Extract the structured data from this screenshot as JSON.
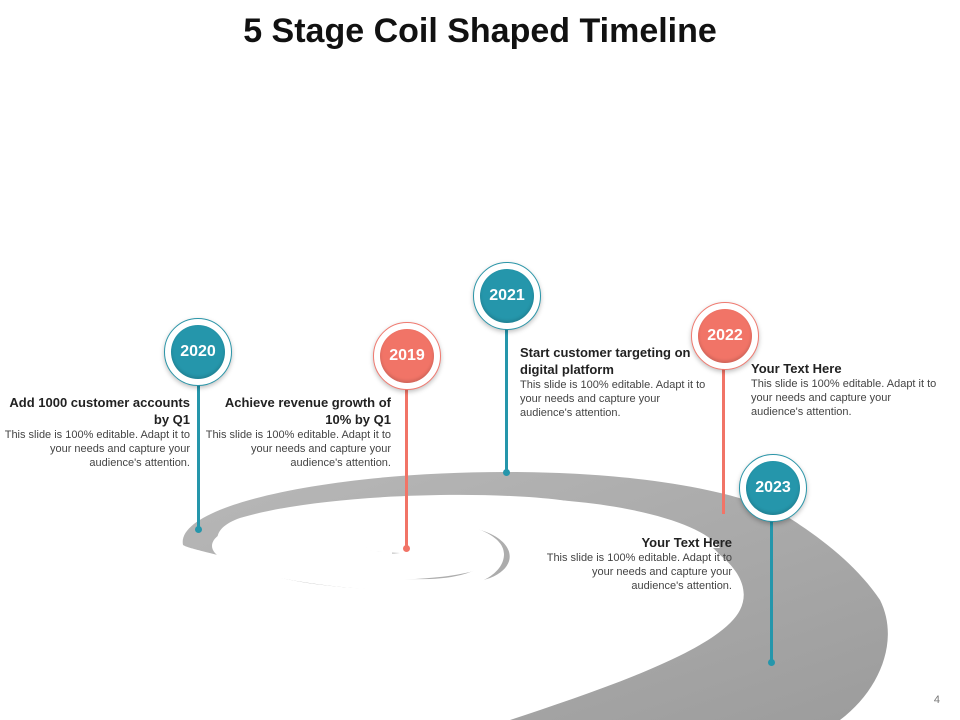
{
  "title": "5 Stage Coil Shaped Timeline",
  "page_number": "4",
  "colors": {
    "teal": "#2596ab",
    "salmon": "#f17467",
    "coil": "#a9a9a9"
  },
  "milestones": [
    {
      "year": "2020",
      "color": "teal",
      "heading": "Add  1000 customer accounts by Q1",
      "body": "This slide is 100% editable. Adapt it to your needs and capture your audience's attention."
    },
    {
      "year": "2019",
      "color": "salmon",
      "heading": "Achieve revenue growth of 10% by Q1",
      "body": "This slide is 100% editable. Adapt it to your needs and capture your audience's attention."
    },
    {
      "year": "2021",
      "color": "teal",
      "heading": "Start customer targeting on digital platform",
      "body": "This slide is 100% editable. Adapt it to your needs and capture your audience's attention."
    },
    {
      "year": "2022",
      "color": "salmon",
      "heading": "Your Text Here",
      "body": "This slide is 100% editable. Adapt it to your needs and capture your audience's attention."
    },
    {
      "year": "2023",
      "color": "teal",
      "heading": "Your Text Here",
      "body": "This slide is 100% editable. Adapt it to your needs and capture your audience's attention."
    }
  ]
}
